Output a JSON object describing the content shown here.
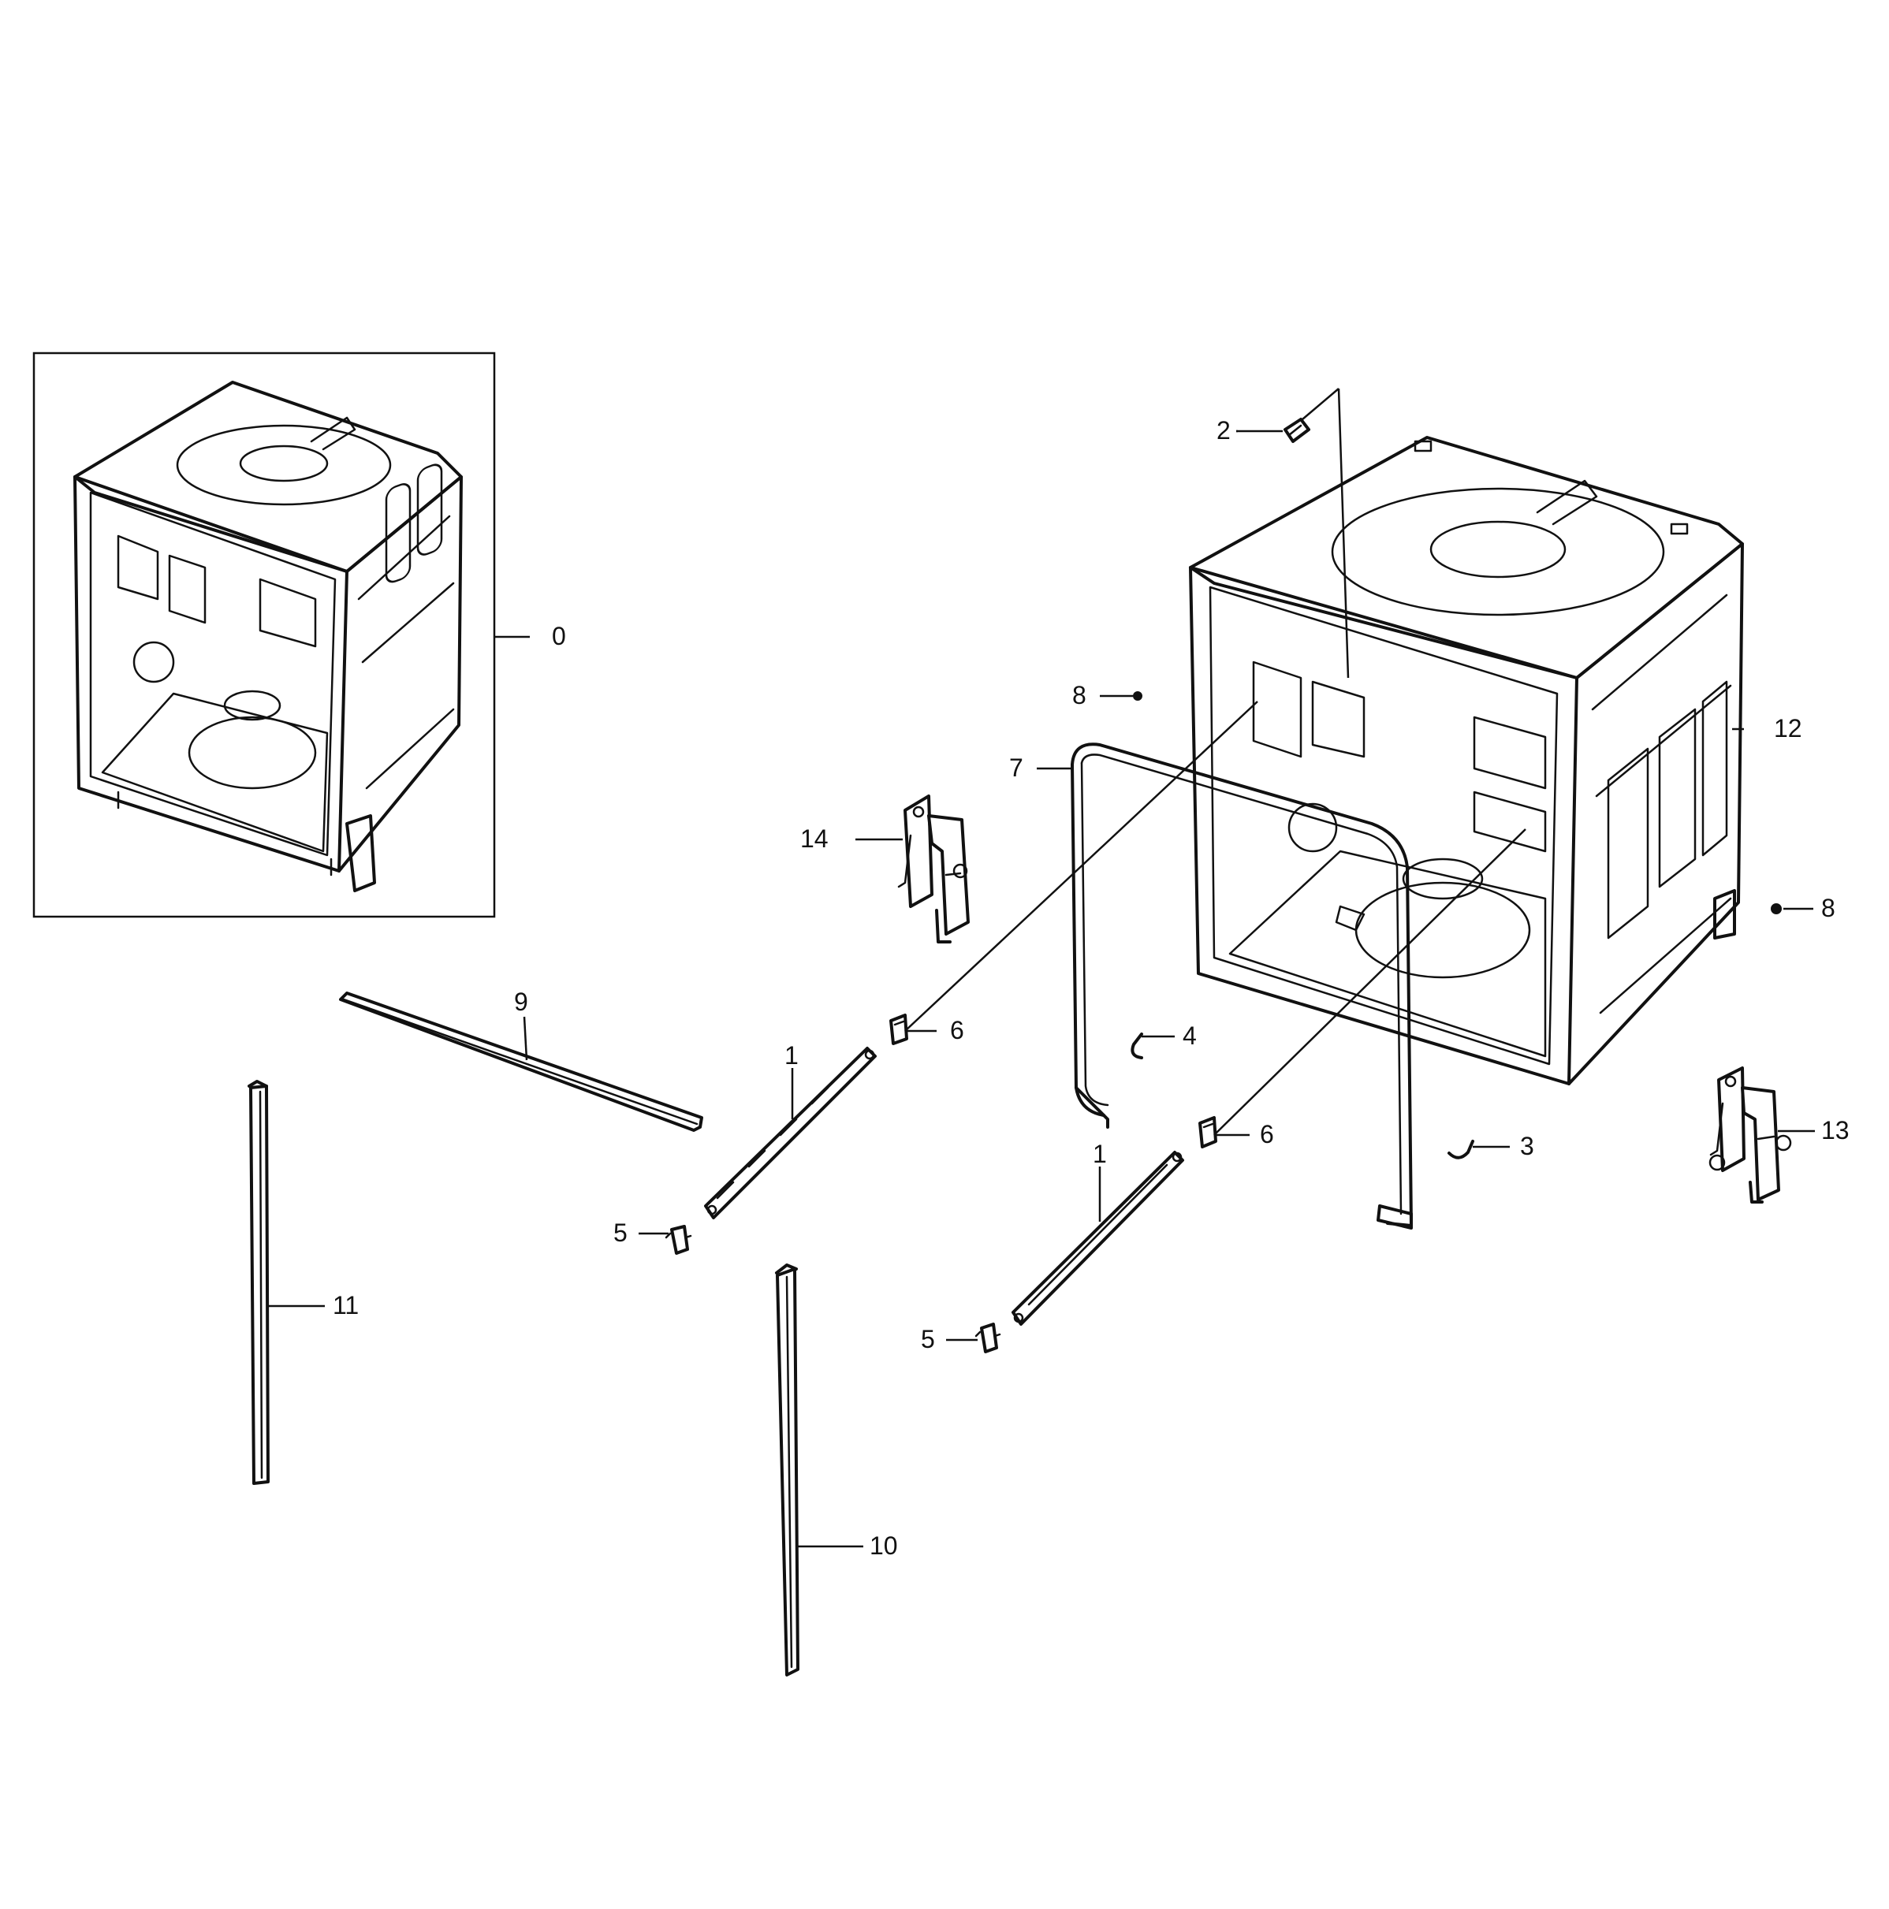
{
  "callouts": {
    "c0": "0",
    "c1a": "1",
    "c1b": "1",
    "c2": "2",
    "c3": "3",
    "c4": "4",
    "c5a": "5",
    "c5b": "5",
    "c6a": "6",
    "c6b": "6",
    "c7": "7",
    "c8a": "8",
    "c8b": "8",
    "c9": "9",
    "c10": "10",
    "c11": "11",
    "c12": "12",
    "c13": "13",
    "c14": "14"
  }
}
